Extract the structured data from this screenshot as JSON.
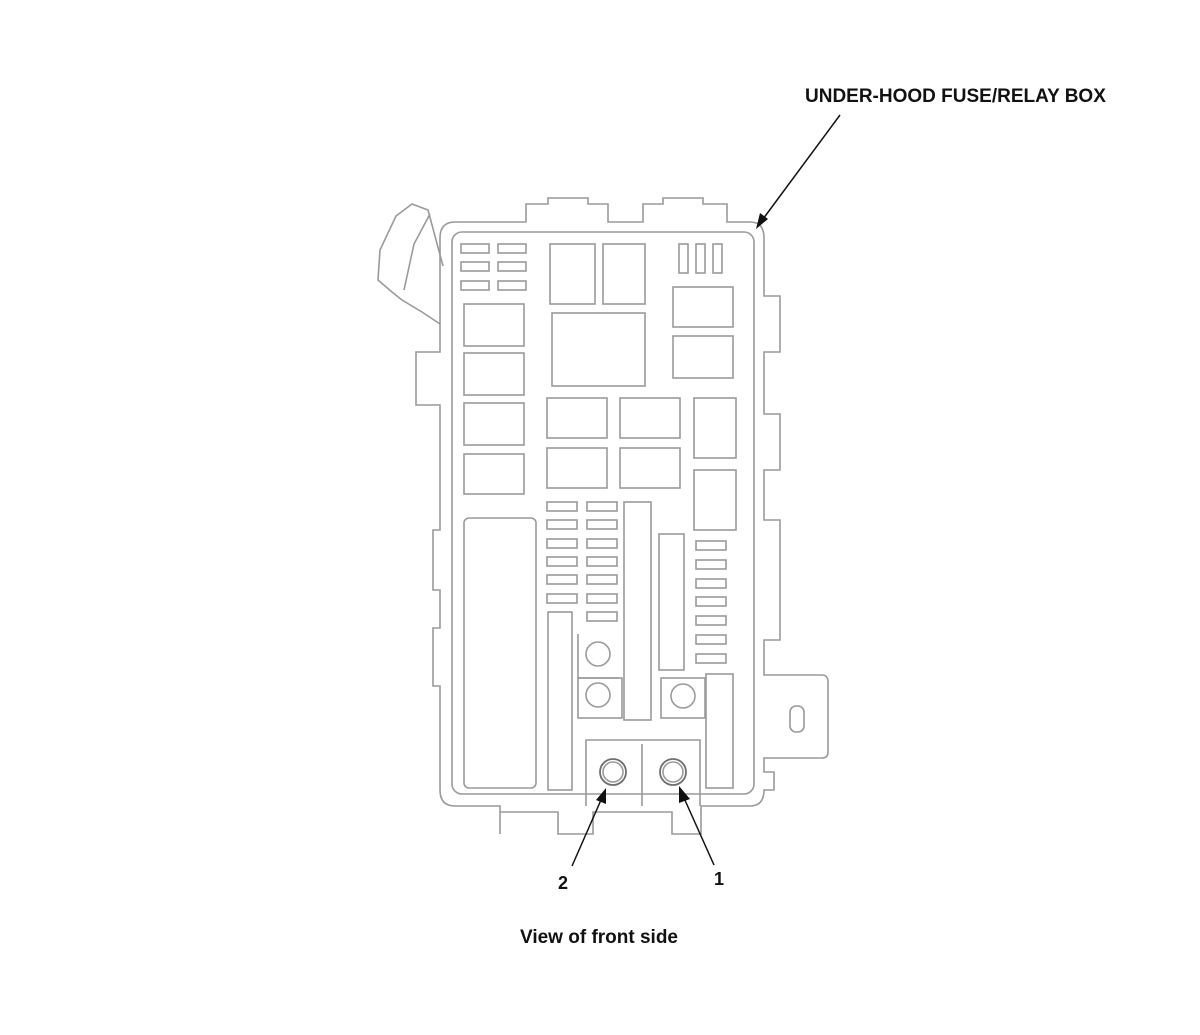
{
  "labels": {
    "component": "UNDER-HOOD FUSE/RELAY BOX",
    "callout_1": "1",
    "callout_2": "2",
    "caption": "View of front side"
  },
  "colors": {
    "outline": "#9a9a9a",
    "callout_lines": "#111111",
    "background": "#ffffff"
  }
}
